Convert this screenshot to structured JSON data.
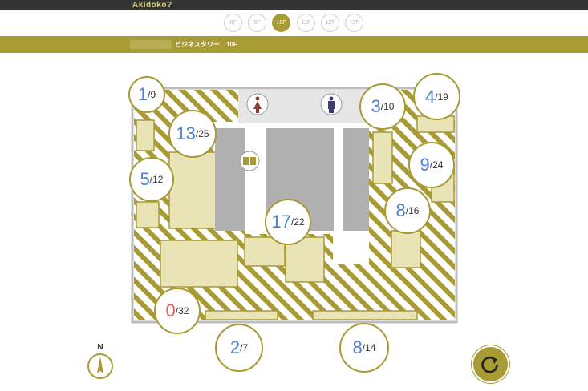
{
  "app": {
    "brand": "Akidoko?"
  },
  "floors": [
    "8F",
    "9F",
    "10F",
    "11F",
    "12F",
    "13F"
  ],
  "selected_floor": "10F",
  "building": {
    "title": "ビジネスタワー　10F"
  },
  "zones": [
    {
      "available": "1",
      "total": "/9"
    },
    {
      "available": "13",
      "total": "/25"
    },
    {
      "available": "5",
      "total": "/12"
    },
    {
      "available": "3",
      "total": "/10"
    },
    {
      "available": "4",
      "total": "/19"
    },
    {
      "available": "9",
      "total": "/24"
    },
    {
      "available": "8",
      "total": "/16"
    },
    {
      "available": "17",
      "total": "/22"
    },
    {
      "available": "0",
      "total": "/32"
    },
    {
      "available": "2",
      "total": "/7"
    },
    {
      "available": "8",
      "total": "/14"
    }
  ],
  "compass": {
    "label": "N"
  },
  "colors": {
    "accent": "#a89a35",
    "available": "#4f7fd0",
    "empty": "#e0605a",
    "topbar": "#333333"
  },
  "icons": [
    "womens-restroom-icon",
    "mens-restroom-icon",
    "multipurpose-restroom-icon",
    "compass-icon",
    "refresh-icon"
  ]
}
